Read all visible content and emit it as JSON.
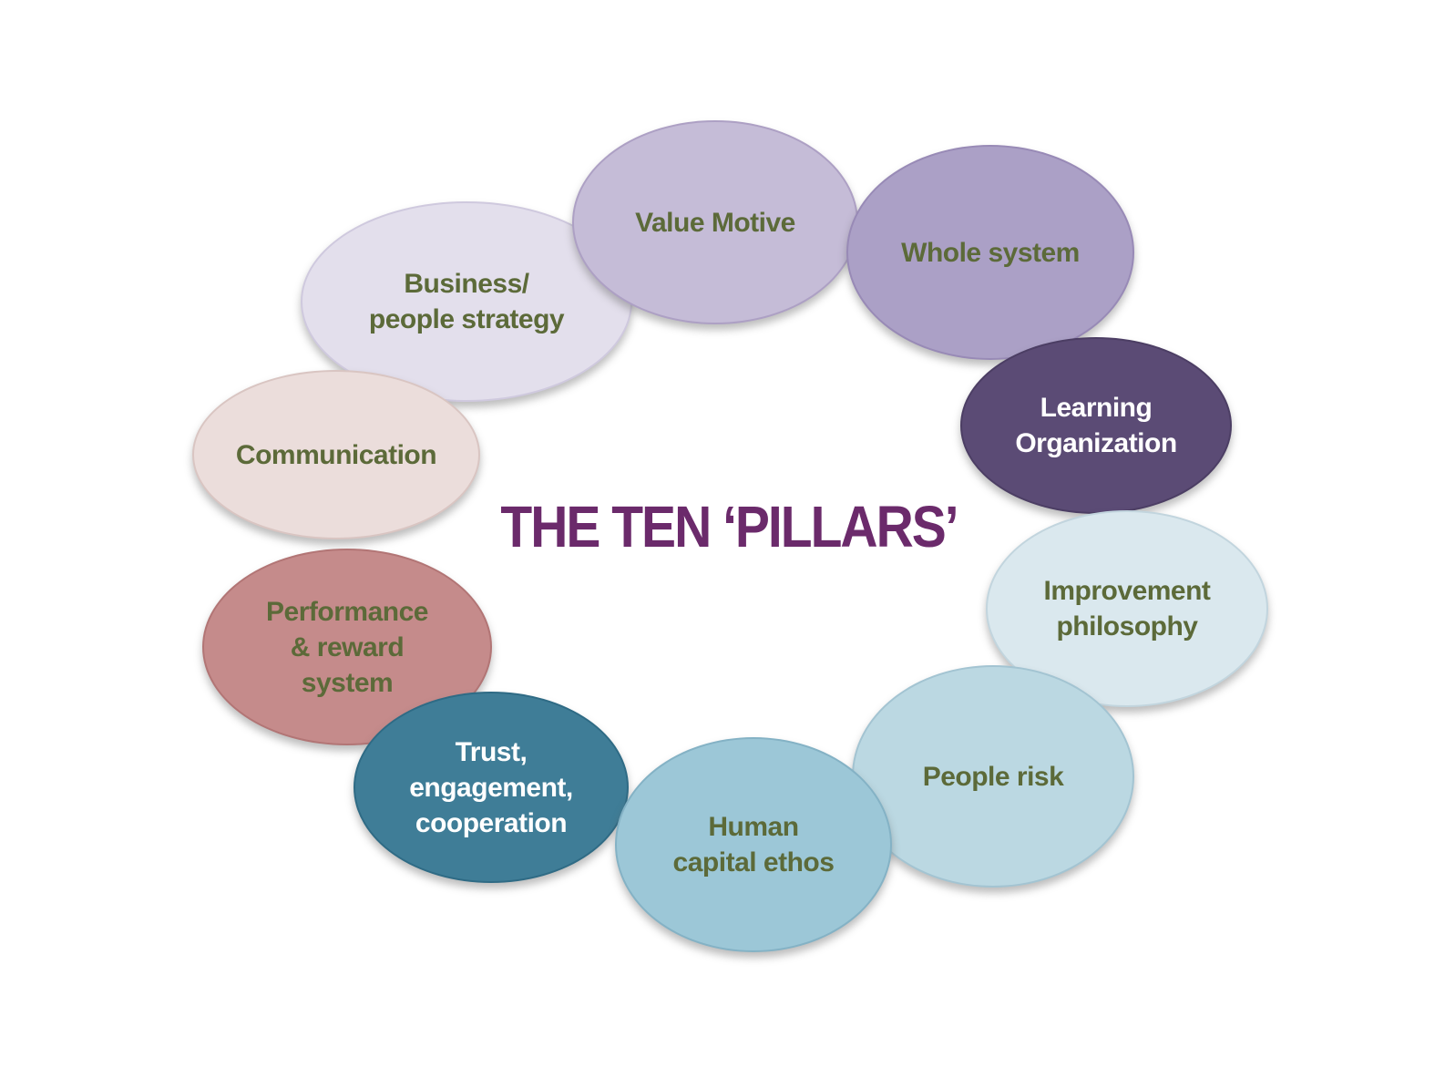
{
  "title": "THE TEN ‘PILLARS’",
  "title_color": "#6b2a6b",
  "pillars": [
    {
      "id": "value-motive",
      "label": "Value Motive",
      "fill": "#c5bcd7",
      "border": "#ada0c4",
      "text_color": "#5c6a39"
    },
    {
      "id": "whole-system",
      "label": "Whole system",
      "fill": "#aba0c6",
      "border": "#988ab6",
      "text_color": "#5c6a39"
    },
    {
      "id": "learning-organization",
      "label": "Learning\nOrganization",
      "fill": "#5b4b75",
      "border": "#4c3e64",
      "text_color": "#ffffff"
    },
    {
      "id": "improvement-philosophy",
      "label": "Improvement\nphilosophy",
      "fill": "#dae8ee",
      "border": "#c2d5de",
      "text_color": "#5c6a39"
    },
    {
      "id": "people-risk",
      "label": "People risk",
      "fill": "#bbd8e2",
      "border": "#a3c4d2",
      "text_color": "#5c6a39"
    },
    {
      "id": "human-capital-ethos",
      "label": "Human\ncapital ethos",
      "fill": "#9cc7d7",
      "border": "#84b2c5",
      "text_color": "#5c6a39"
    },
    {
      "id": "trust-engagement-cooperation",
      "label": "Trust,\nengagement,\ncooperation",
      "fill": "#3f7d97",
      "border": "#2f6b85",
      "text_color": "#ffffff"
    },
    {
      "id": "performance-reward-system",
      "label": "Performance\n& reward\nsystem",
      "fill": "#c58b8b",
      "border": "#b27575",
      "text_color": "#5c6a39"
    },
    {
      "id": "communication",
      "label": "Communication",
      "fill": "#ebdddb",
      "border": "#d9c5c2",
      "text_color": "#5c6a39"
    },
    {
      "id": "business-people-strategy",
      "label": "Business/\npeople strategy",
      "fill": "#e3dfec",
      "border": "#cfc9de",
      "text_color": "#5c6a39"
    }
  ]
}
